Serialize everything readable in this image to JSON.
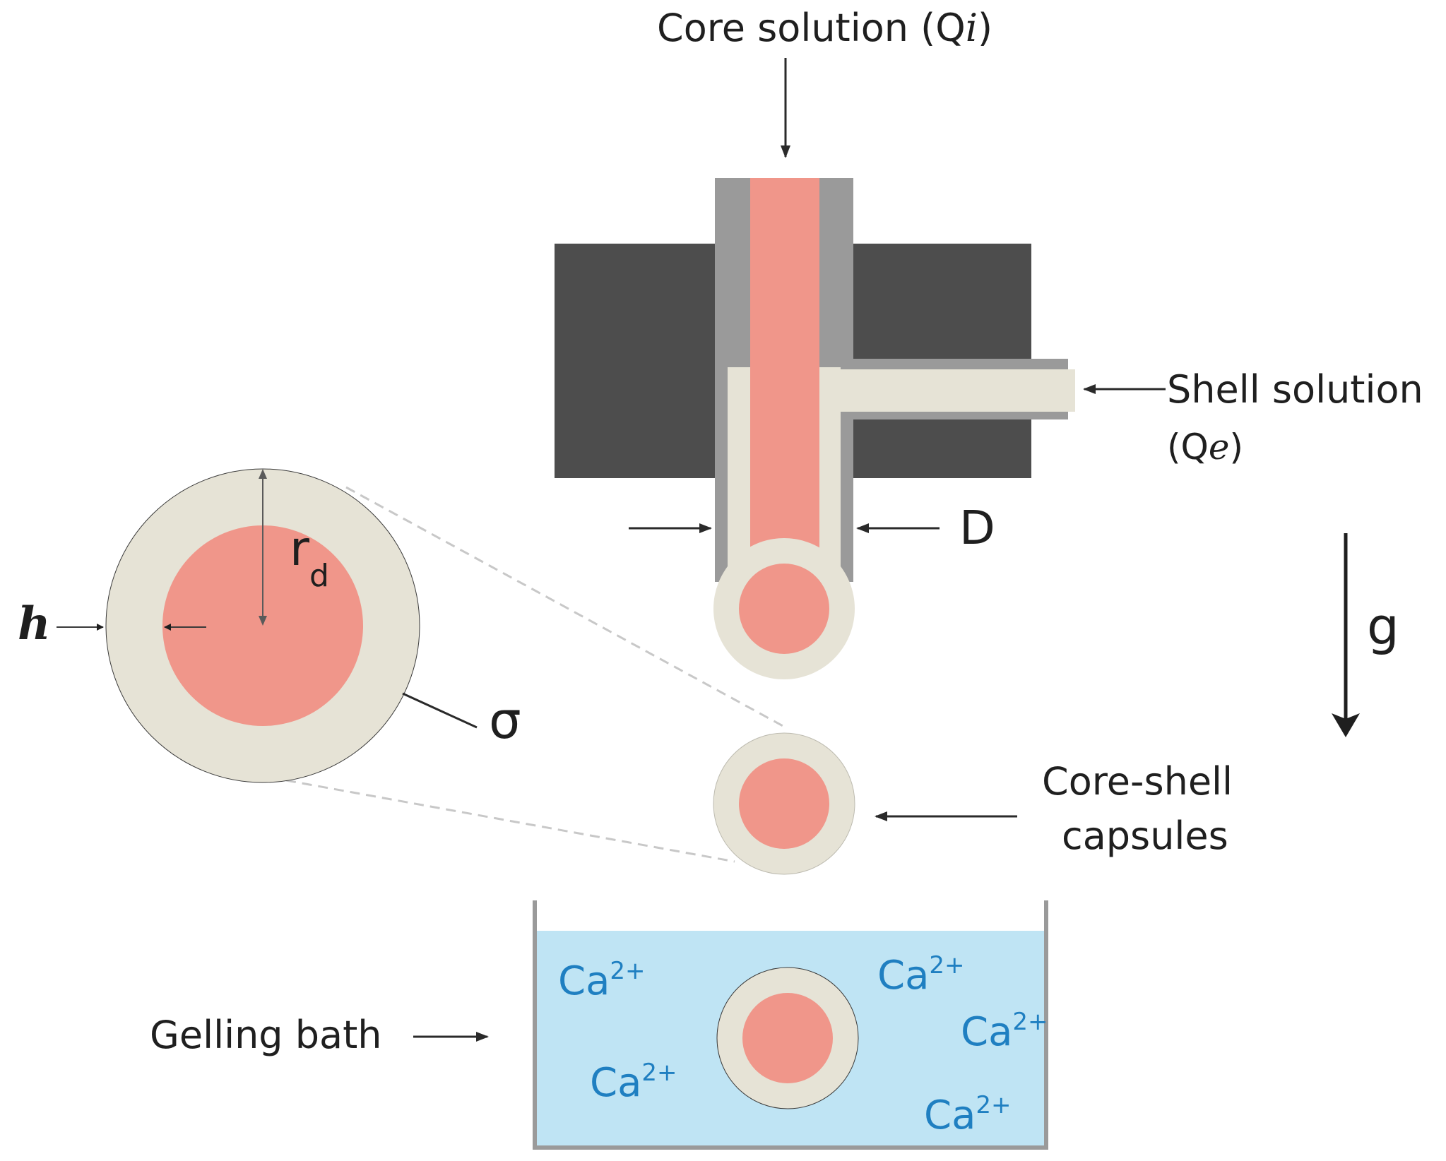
{
  "labels": {
    "core_solution": "Core solution (Q",
    "core_solution_sub": "i",
    "core_solution_close": ")",
    "shell_solution": "Shell solution",
    "shell_solution_q": "(Q",
    "shell_solution_sub": "e",
    "shell_solution_close": ")",
    "diameter": "D",
    "gravity": "g",
    "capsules_line1": "Core-shell",
    "capsules_line2": "capsules",
    "gelling_bath": "Gelling bath",
    "radius": "r",
    "radius_sub": "d",
    "thickness": "h",
    "surface_tension": "σ",
    "ion_base": "Ca",
    "ion_charge": "2+"
  },
  "colors": {
    "block": "#4d4d4d",
    "tube_wall": "#9a9a9a",
    "core": "#f0968a",
    "shell": "#e6e3d6",
    "bath": "#bfe4f4",
    "bath_wall": "#9a9a9a",
    "ion_text": "#1f7fc1"
  }
}
